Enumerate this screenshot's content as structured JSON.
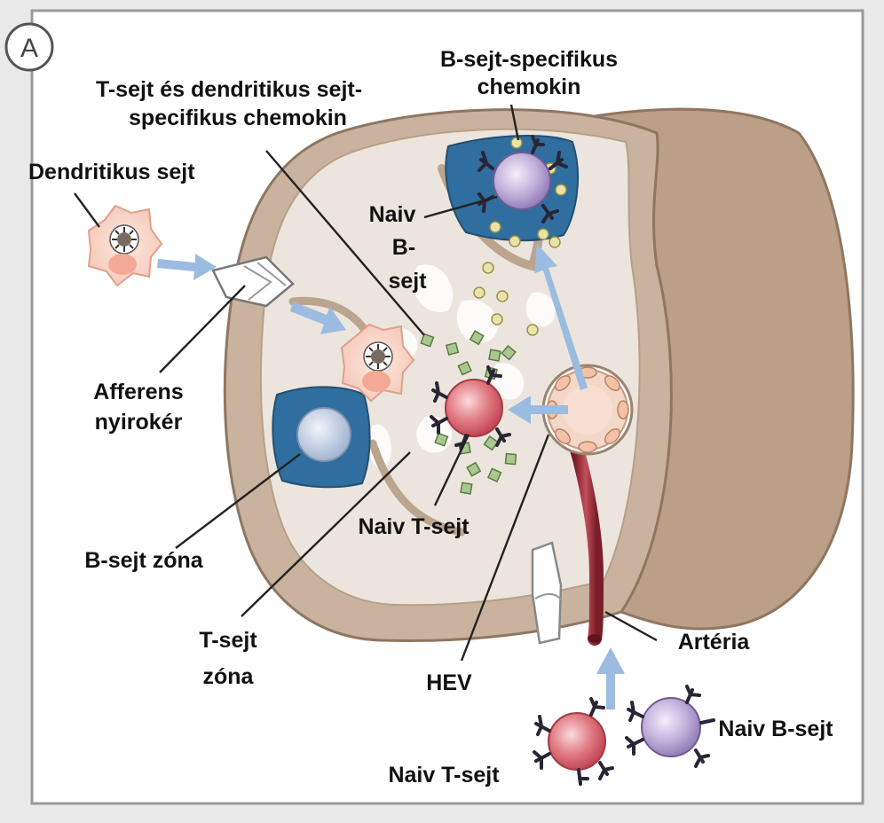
{
  "panel_letter": "A",
  "labels": {
    "b_chemokine_1": "B-sejt-specifikus",
    "b_chemokine_2": "chemokin",
    "t_chemokine_1": "T-sejt és dendritikus sejt-",
    "t_chemokine_2": "specifikus chemokin",
    "dendritic_cell": "Dendritikus sejt",
    "naive_b_inside_1": "Naiv",
    "naive_b_inside_2": "B-",
    "naive_b_inside_3": "sejt",
    "afferent_1": "Afferens",
    "afferent_2": "nyirokér",
    "naive_t_inside": "Naiv T-sejt",
    "b_zone": "B-sejt zóna",
    "t_zone_1": "T-sejt",
    "t_zone_2": "zóna",
    "hev": "HEV",
    "artery": "Artéria",
    "naive_b_outside": "Naiv B-sejt",
    "naive_t_outside": "Naiv T-sejt"
  },
  "colors": {
    "background": "#e9e9e9",
    "panel_border": "#9a9a9a",
    "node_outer": "#c9b39e",
    "node_inner": "#ece5dd",
    "b_zone": "#2f6e9e",
    "t_cell": "#d9626b",
    "b_cell": "#b9a6d3",
    "arrow": "#9cbbe0",
    "artery": "#9e2f3a"
  }
}
